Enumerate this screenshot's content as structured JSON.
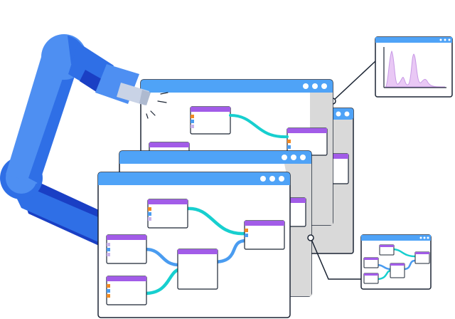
{
  "colors": {
    "arm_light": "#4e8ff2",
    "arm_mid": "#2f6fe6",
    "arm_dark": "#1a3fc4",
    "window_bar": "#4fa3f7",
    "window_outline": "#1b2433",
    "node_header": "#a25ce8",
    "connector_teal": "#17cfcf",
    "connector_blue": "#4a9cf0",
    "port_orange": "#f08a24",
    "port_blue": "#4a9cf0",
    "port_lilac": "#c9b3ea",
    "shadow_gray": "#d9d9d9",
    "spectrum_fill": "#e9c8f5"
  },
  "icons": {
    "arm": "robotic-arm-icon",
    "tool": "spray-nozzle-icon",
    "window_controls": "window-dots-icon",
    "spectrum": "chart-peaks-icon",
    "pipeline": "node-graph-icon"
  },
  "scene": {
    "windows": [
      "back-window",
      "middle-window",
      "front-window",
      "rear-window"
    ],
    "callouts": [
      "spectrum-callout",
      "pipeline-callout"
    ]
  }
}
